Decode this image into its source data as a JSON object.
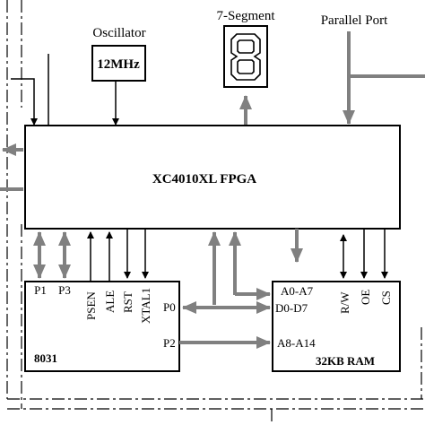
{
  "oscillator": {
    "title": "Oscillator",
    "freq": "12MHz"
  },
  "seven_segment": {
    "title": "7-Segment"
  },
  "parallel_port": {
    "title": "Parallel Port"
  },
  "fpga": {
    "label": "XC4010XL FPGA"
  },
  "mcu": {
    "label": "8031",
    "pins": {
      "p1": "P1",
      "p3": "P3",
      "psen": "PSEN",
      "ale": "ALE",
      "rst": "RST",
      "xtal1": "XTAL1",
      "p0": "P0",
      "p2": "P2"
    }
  },
  "ram": {
    "label": "32KB RAM",
    "pins": {
      "a0_a7": "A0-A7",
      "d0_d7": "D0-D7",
      "a8_a14": "A8-A14",
      "rw": "R/W",
      "oe": "OE",
      "cs": "CS"
    }
  },
  "colors": {
    "line": "#000000",
    "bus": "#808080",
    "background": "#ffffff"
  }
}
